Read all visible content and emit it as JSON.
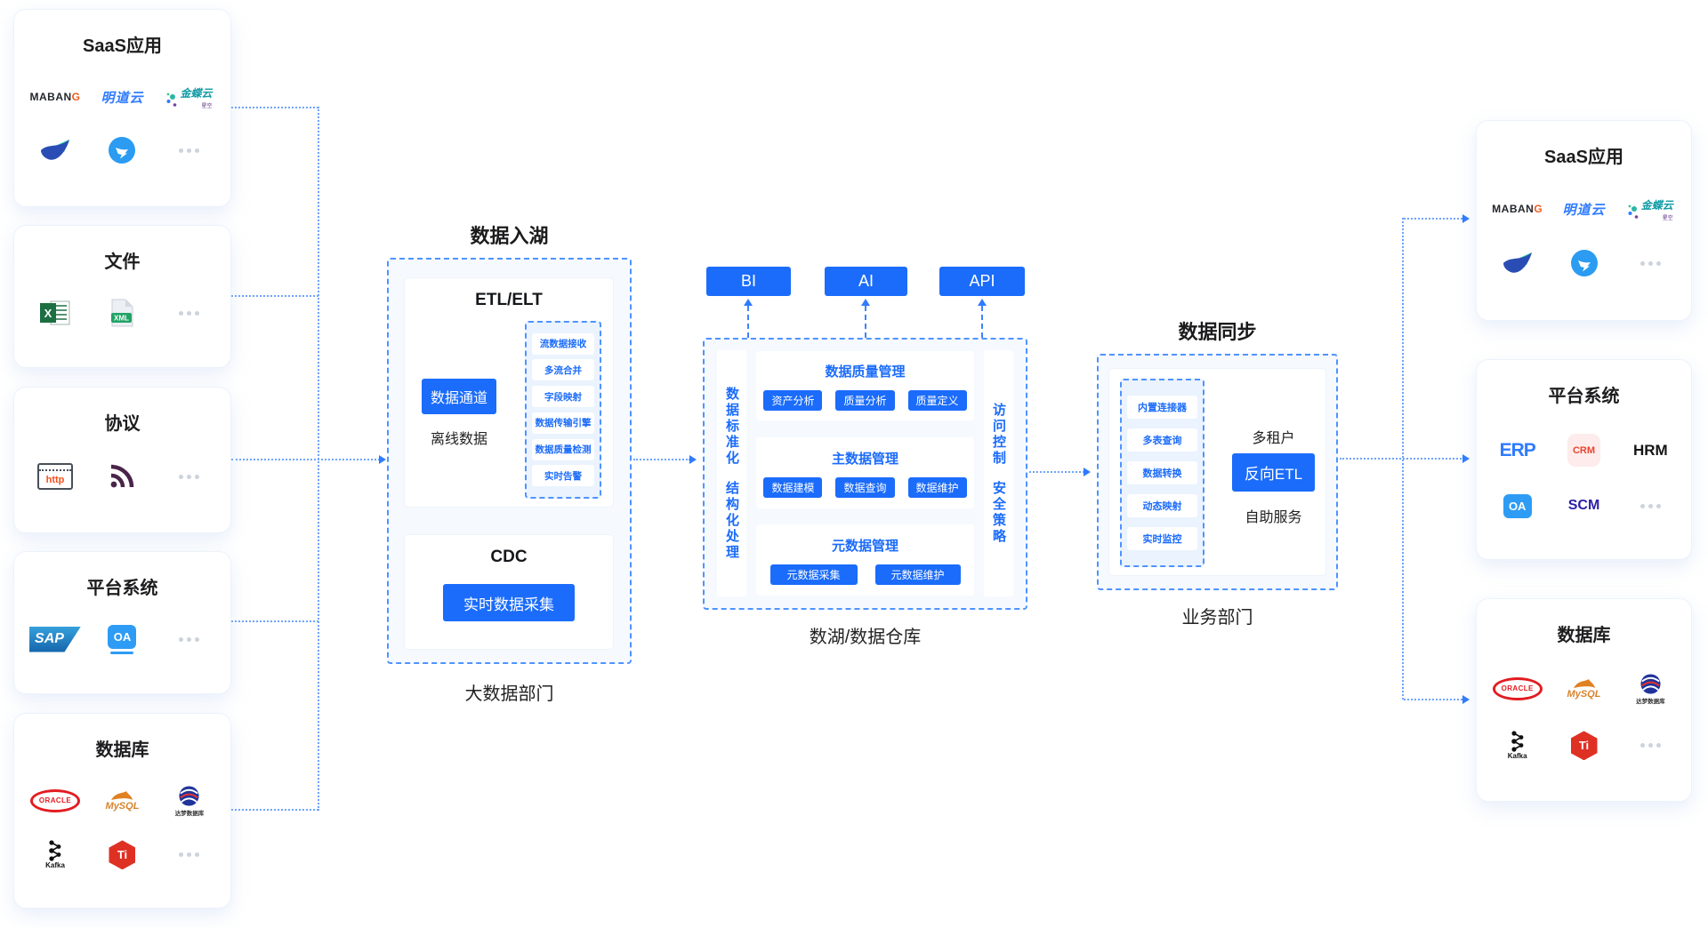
{
  "colors": {
    "primary_blue": "#1b6cfa",
    "connector_blue": "#6ea4fb",
    "panel_light_blue": "#eaf3fe",
    "dashed_border": "#4f93ff"
  },
  "left_cards": [
    {
      "title": "SaaS应用"
    },
    {
      "title": "文件"
    },
    {
      "title": "协议"
    },
    {
      "title": "平台系统"
    },
    {
      "title": "数据库"
    }
  ],
  "right_cards": [
    {
      "title": "SaaS应用"
    },
    {
      "title": "平台系统"
    },
    {
      "title": "数据库"
    }
  ],
  "logos": {
    "mabang_main": "MABAN",
    "mabang_g": "G",
    "mingdao": "明道云",
    "kingdee": "金蝶云",
    "kingdee_sub": "星空",
    "excel": "X",
    "xml": "XML",
    "http": "http",
    "sap": "SAP",
    "oa": "OA",
    "oracle": "ORACLE",
    "mysql": "MySQL",
    "dm": "达梦数据库",
    "kafka": "Kafka",
    "tidb": "Ti",
    "erp": "ERP",
    "crm": "CRM",
    "hrm": "HRM",
    "scm": "SCM"
  },
  "ingest": {
    "title": "数据入湖",
    "etl_title": "ETL/ELT",
    "channel_button": "数据通道",
    "channel_label": "离线数据",
    "etl_items": [
      "流数据接收",
      "多流合并",
      "字段映射",
      "数据传输引擎",
      "数据质量检测",
      "实时告警"
    ],
    "cdc_title": "CDC",
    "cdc_button": "实时数据采集",
    "dept_label": "大数据部门"
  },
  "warehouse": {
    "top_buttons": [
      "BI",
      "AI",
      "API"
    ],
    "left_bar": [
      "数据标准化",
      "结构化处理"
    ],
    "right_bar": [
      "访问控制",
      "安全策略"
    ],
    "sections": [
      {
        "title": "数据质量管理",
        "buttons": [
          "资产分析",
          "质量分析",
          "质量定义"
        ]
      },
      {
        "title": "主数据管理",
        "buttons": [
          "数据建模",
          "数据查询",
          "数据维护"
        ]
      },
      {
        "title": "元数据管理",
        "buttons": [
          "元数据采集",
          "元数据维护"
        ]
      }
    ],
    "label": "数湖/数据仓库"
  },
  "sync": {
    "title": "数据同步",
    "items": [
      "内置连接器",
      "多表查询",
      "数据转换",
      "动态映射",
      "实时监控"
    ],
    "tenant_label": "多租户",
    "reverse_etl_button": "反向ETL",
    "self_service_label": "自助服务",
    "dept_label": "业务部门"
  }
}
